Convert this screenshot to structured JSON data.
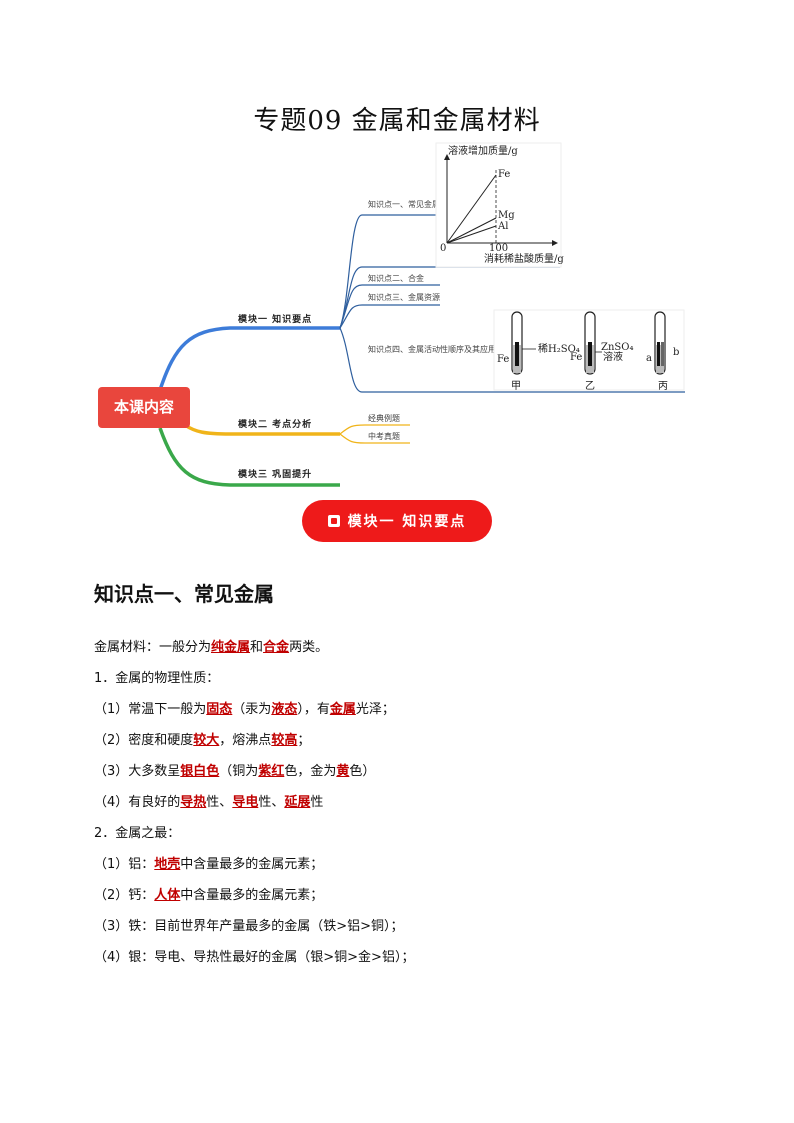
{
  "title": "专题09 金属和金属材料",
  "mindmap": {
    "root": "本课内容",
    "branches": [
      {
        "label": "模块一 知识要点",
        "children": [
          "知识点一、常见金属",
          "知识点二、合金",
          "知识点三、金属资源",
          "知识点四、金属活动性顺序及其应用"
        ]
      },
      {
        "label": "模块二 考点分析",
        "children": [
          "经典例题",
          "中考真题"
        ]
      },
      {
        "label": "模块三 巩固提升",
        "children": []
      }
    ],
    "graph": {
      "ylabel": "溶液增加质量/g",
      "xlabel": "消耗稀盐酸质量/g",
      "origin": "0",
      "xtick": "100",
      "series": [
        "Fe",
        "Mg",
        "Al"
      ]
    },
    "tubes": {
      "labels": [
        "甲",
        "乙",
        "丙"
      ],
      "tube1_metal": "Fe",
      "tube1_reagent": "稀H₂SO₄",
      "tube2_metal": "Fe",
      "tube2_reagent": "ZnSO₄",
      "tube2_reagent2": "溶液",
      "tube3_left": "a",
      "tube3_right": "b"
    }
  },
  "module_pill": "模块一 知识要点",
  "section_heading": "知识点一、常见金属",
  "content": {
    "intro": {
      "pre": "金属材料：一般分为",
      "k1": "纯金属",
      "mid": "和",
      "k2": "合金",
      "post": "两类。"
    },
    "h1": "1．金属的物理性质：",
    "p1": {
      "pre": "（1）常温下一般为",
      "k1": "固态",
      "a": "（汞为",
      "k2": "液态",
      "b": "），有",
      "k3": "金属",
      "post": "光泽；"
    },
    "p2": {
      "pre": "（2）密度和硬度",
      "k1": "较大",
      "a": "，熔沸点",
      "k2": "较高",
      "post": "；"
    },
    "p3": {
      "pre": "（3）大多数呈",
      "k1": "银白色",
      "a": "（铜为",
      "k2": "紫红",
      "b": "色，金为",
      "k3": "黄",
      "post": "色）"
    },
    "p4": {
      "pre": "（4）有良好的",
      "k1": "导热",
      "a": "性、",
      "k2": "导电",
      "b": "性、",
      "k3": "延展",
      "post": "性"
    },
    "h2": "2．金属之最：",
    "q1": {
      "pre": "（1）铝：",
      "k1": "地壳",
      "post": "中含量最多的金属元素；"
    },
    "q2": {
      "pre": "（2）钙：",
      "k1": "人体",
      "post": "中含量最多的金属元素；"
    },
    "q3": "（3）铁：目前世界年产量最多的金属（铁>铝>铜）；",
    "q4": "（4）银：导电、导热性最好的金属（银>铜>金>铝）；"
  }
}
